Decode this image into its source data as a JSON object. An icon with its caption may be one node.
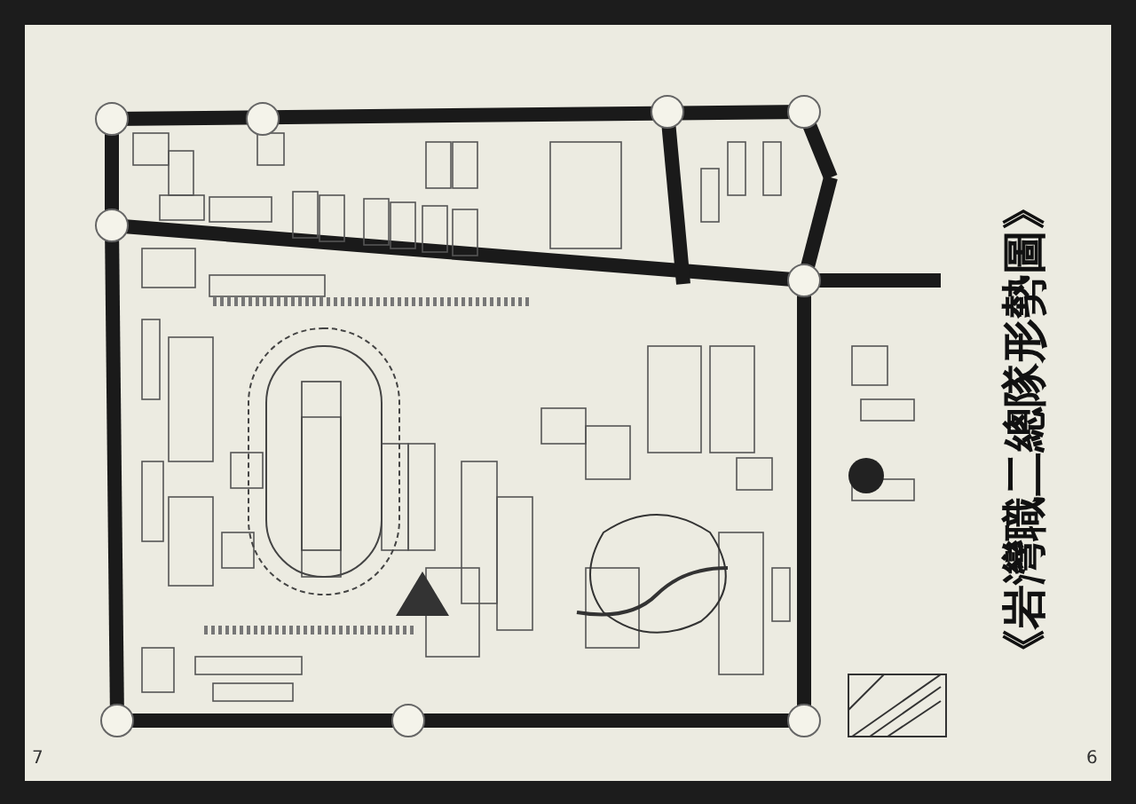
{
  "diagram": {
    "title": "《岩灣職二總隊形勢圖》",
    "labels": [
      "7",
      "6"
    ]
  }
}
